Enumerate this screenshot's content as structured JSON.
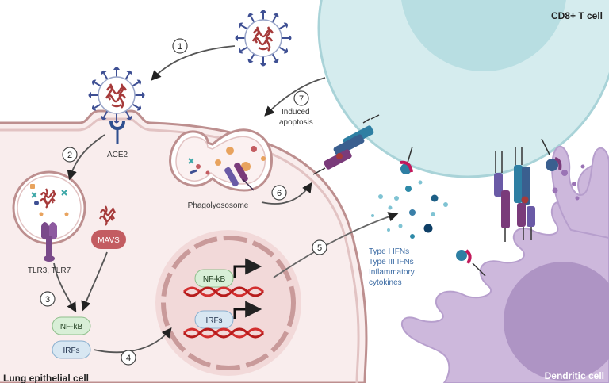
{
  "cells": {
    "t_cell": "CD8+ T cell",
    "lung_cell": "Lung epithelial cell",
    "dendritic_cell": "Dendritic cell"
  },
  "labels": {
    "ace2": "ACE2",
    "tlr": "TLR3, TLR7",
    "mavs": "MAVS",
    "nfkb_left": "NF-kB",
    "irfs_left": "IRFs",
    "nfkb_nucleus": "NF-kB",
    "irfs_nucleus": "IRFs",
    "phagolysosome": "Phagolyososome",
    "induced_1": "Induced",
    "induced_2": "apoptosis",
    "cytokine_1": "Type I IFNs",
    "cytokine_2": "Type III IFNs",
    "cytokine_3": "Inflammatory",
    "cytokine_4": "cytokines"
  },
  "steps": [
    "1",
    "2",
    "3",
    "4",
    "5",
    "6",
    "7"
  ],
  "colors": {
    "tcell_fill": "#d5ecee",
    "tcell_nucleus": "#b8dee2",
    "lung_fill": "#f9eded",
    "lung_border": "#bd8f8f",
    "nucleus_fill": "#f2d9d9",
    "dendritic_fill": "#cdb8dc",
    "dendritic_nucleus": "#ae94c4",
    "mavs": "#c35c61",
    "nfkb_box": "#d8efd7",
    "irfs_box": "#d8e7f2",
    "cytokine_text": "#3a6aa3",
    "virus_spike": "#3e4f93",
    "rna": "#a63a3a"
  }
}
